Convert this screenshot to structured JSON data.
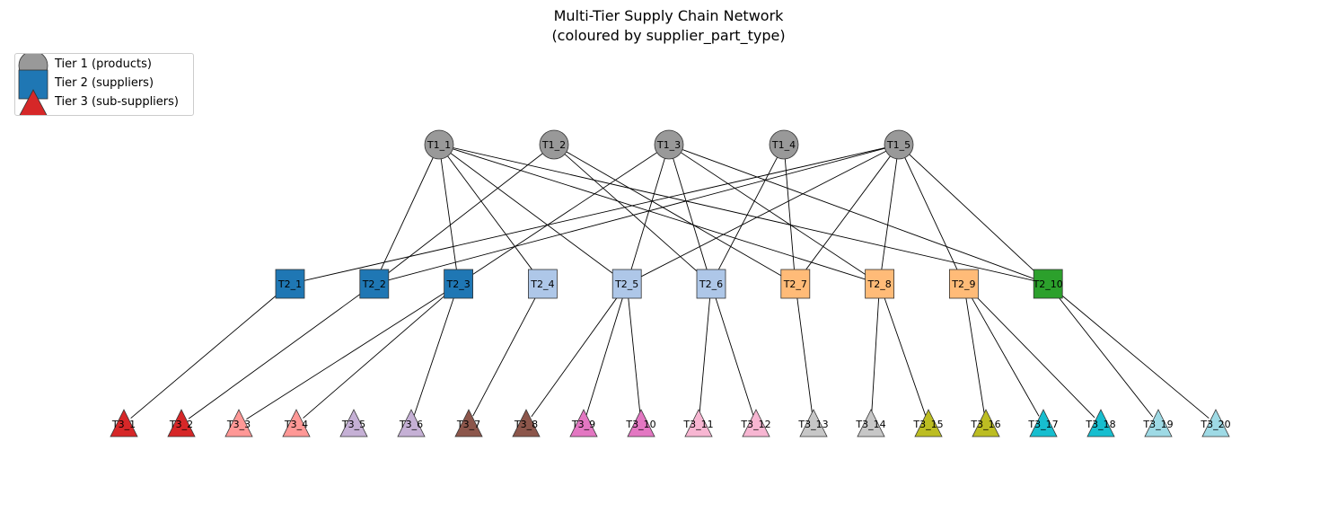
{
  "title": {
    "line1": "Multi-Tier Supply Chain Network",
    "line2": "(coloured by supplier_part_type)"
  },
  "legend": {
    "items": [
      {
        "label": "Tier 1 (products)",
        "shape": "circle",
        "color": "#999999"
      },
      {
        "label": "Tier 2 (suppliers)",
        "shape": "square",
        "color": "#1f77b4"
      },
      {
        "label": "Tier 3 (sub-suppliers)",
        "shape": "triangle",
        "color": "#d62728"
      }
    ]
  },
  "tiers": {
    "tier1": [
      {
        "id": "T1_1",
        "color": "#999999"
      },
      {
        "id": "T1_2",
        "color": "#999999"
      },
      {
        "id": "T1_3",
        "color": "#999999"
      },
      {
        "id": "T1_4",
        "color": "#999999"
      },
      {
        "id": "T1_5",
        "color": "#999999"
      }
    ],
    "tier2": [
      {
        "id": "T2_1",
        "color": "#1f77b4"
      },
      {
        "id": "T2_2",
        "color": "#1f77b4"
      },
      {
        "id": "T2_3",
        "color": "#1f77b4"
      },
      {
        "id": "T2_4",
        "color": "#aec7e8"
      },
      {
        "id": "T2_5",
        "color": "#aec7e8"
      },
      {
        "id": "T2_6",
        "color": "#aec7e8"
      },
      {
        "id": "T2_7",
        "color": "#ffbb78"
      },
      {
        "id": "T2_8",
        "color": "#ffbb78"
      },
      {
        "id": "T2_9",
        "color": "#ffbb78"
      },
      {
        "id": "T2_10",
        "color": "#2ca02c"
      }
    ],
    "tier3": [
      {
        "id": "T3_1",
        "color": "#d62728"
      },
      {
        "id": "T3_2",
        "color": "#d62728"
      },
      {
        "id": "T3_3",
        "color": "#ff9896"
      },
      {
        "id": "T3_4",
        "color": "#ff9896"
      },
      {
        "id": "T3_5",
        "color": "#c5b0d5"
      },
      {
        "id": "T3_6",
        "color": "#c5b0d5"
      },
      {
        "id": "T3_7",
        "color": "#8c564b"
      },
      {
        "id": "T3_8",
        "color": "#8c564b"
      },
      {
        "id": "T3_9",
        "color": "#e377c2"
      },
      {
        "id": "T3_10",
        "color": "#e377c2"
      },
      {
        "id": "T3_11",
        "color": "#f7b6d2"
      },
      {
        "id": "T3_12",
        "color": "#f7b6d2"
      },
      {
        "id": "T3_13",
        "color": "#c7c7c7"
      },
      {
        "id": "T3_14",
        "color": "#c7c7c7"
      },
      {
        "id": "T3_15",
        "color": "#bcbd22"
      },
      {
        "id": "T3_16",
        "color": "#bcbd22"
      },
      {
        "id": "T3_17",
        "color": "#17becf"
      },
      {
        "id": "T3_18",
        "color": "#17becf"
      },
      {
        "id": "T3_19",
        "color": "#9edae5"
      },
      {
        "id": "T3_20",
        "color": "#9edae5"
      }
    ]
  },
  "edges": [
    [
      "T2_2",
      "T1_1"
    ],
    [
      "T2_3",
      "T1_1"
    ],
    [
      "T2_4",
      "T1_1"
    ],
    [
      "T2_5",
      "T1_1"
    ],
    [
      "T2_8",
      "T1_1"
    ],
    [
      "T2_10",
      "T1_1"
    ],
    [
      "T2_2",
      "T1_2"
    ],
    [
      "T2_6",
      "T1_2"
    ],
    [
      "T2_7",
      "T1_2"
    ],
    [
      "T2_3",
      "T1_3"
    ],
    [
      "T2_5",
      "T1_3"
    ],
    [
      "T2_6",
      "T1_3"
    ],
    [
      "T2_8",
      "T1_3"
    ],
    [
      "T2_10",
      "T1_3"
    ],
    [
      "T2_6",
      "T1_4"
    ],
    [
      "T2_7",
      "T1_4"
    ],
    [
      "T2_1",
      "T1_5"
    ],
    [
      "T2_2",
      "T1_5"
    ],
    [
      "T2_5",
      "T1_5"
    ],
    [
      "T2_7",
      "T1_5"
    ],
    [
      "T2_8",
      "T1_5"
    ],
    [
      "T2_9",
      "T1_5"
    ],
    [
      "T2_10",
      "T1_5"
    ],
    [
      "T3_1",
      "T2_1"
    ],
    [
      "T3_2",
      "T2_2"
    ],
    [
      "T3_3",
      "T2_3"
    ],
    [
      "T3_4",
      "T2_3"
    ],
    [
      "T3_6",
      "T2_3"
    ],
    [
      "T3_7",
      "T2_4"
    ],
    [
      "T3_8",
      "T2_5"
    ],
    [
      "T3_9",
      "T2_5"
    ],
    [
      "T3_10",
      "T2_5"
    ],
    [
      "T3_11",
      "T2_6"
    ],
    [
      "T3_12",
      "T2_6"
    ],
    [
      "T3_13",
      "T2_7"
    ],
    [
      "T3_14",
      "T2_8"
    ],
    [
      "T3_15",
      "T2_8"
    ],
    [
      "T3_16",
      "T2_9"
    ],
    [
      "T3_17",
      "T2_9"
    ],
    [
      "T3_18",
      "T2_9"
    ],
    [
      "T3_19",
      "T2_10"
    ],
    [
      "T3_20",
      "T2_10"
    ]
  ]
}
